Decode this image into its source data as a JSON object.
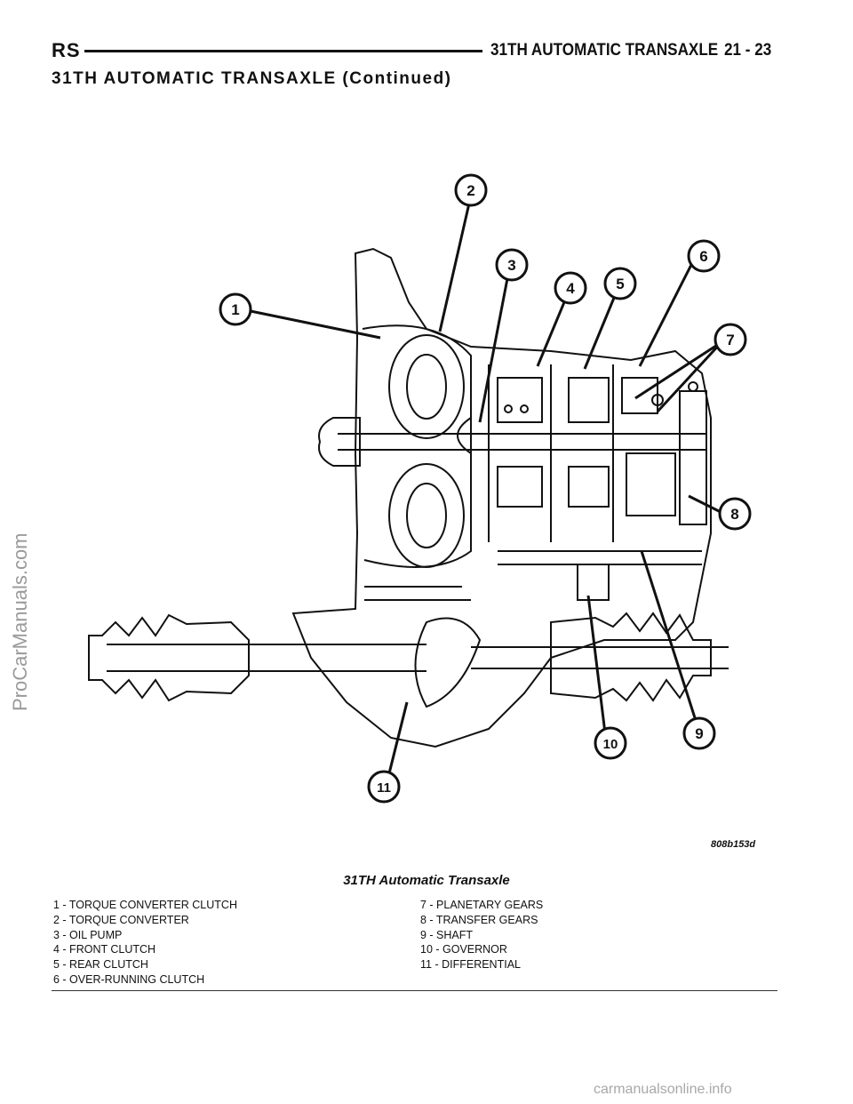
{
  "header": {
    "left": "RS",
    "title": "31TH AUTOMATIC TRANSAXLE",
    "page": "21 - 23"
  },
  "section_title": "31TH AUTOMATIC TRANSAXLE (Continued)",
  "figure": {
    "code": "808b153d",
    "caption": "31TH Automatic Transaxle",
    "callouts": [
      "1",
      "2",
      "3",
      "4",
      "5",
      "6",
      "7",
      "8",
      "9",
      "10",
      "11"
    ]
  },
  "legend": {
    "left": [
      "1 - TORQUE CONVERTER CLUTCH",
      "2 - TORQUE CONVERTER",
      "3 - OIL PUMP",
      "4 - FRONT CLUTCH",
      "5 - REAR CLUTCH",
      "6 - OVER-RUNNING CLUTCH"
    ],
    "right": [
      "7 - PLANETARY GEARS",
      "8 - TRANSFER GEARS",
      "9 - SHAFT",
      "10 - GOVERNOR",
      "11 - DIFFERENTIAL"
    ]
  },
  "watermarks": {
    "side": "ProCarManuals.com",
    "bottom": "carmanualsonline.info"
  }
}
